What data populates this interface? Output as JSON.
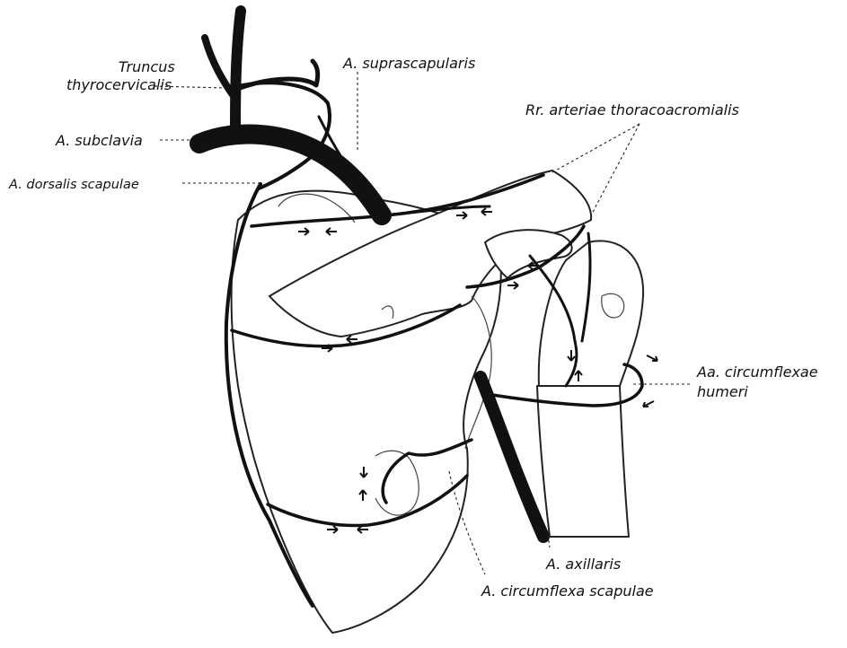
{
  "labels": {
    "truncus_line1": "Truncus",
    "truncus_line2": "thyrocervicalis",
    "subclavia": "A. subclavia",
    "dorsalis_scapulae": "A. dorsalis scapulae",
    "suprascapularis": "A. suprascapularis",
    "thoracoacromialis": "Rr. arteriae thoracoacromialis",
    "circumflexae_line1": "Aa. circumflexae",
    "circumflexae_line2": "humeri",
    "axillaris": "A. axillaris",
    "circumflexa_scapulae": "A. circumflexa scapulae"
  },
  "colors": {
    "ink": "#111111",
    "background": "#ffffff"
  }
}
